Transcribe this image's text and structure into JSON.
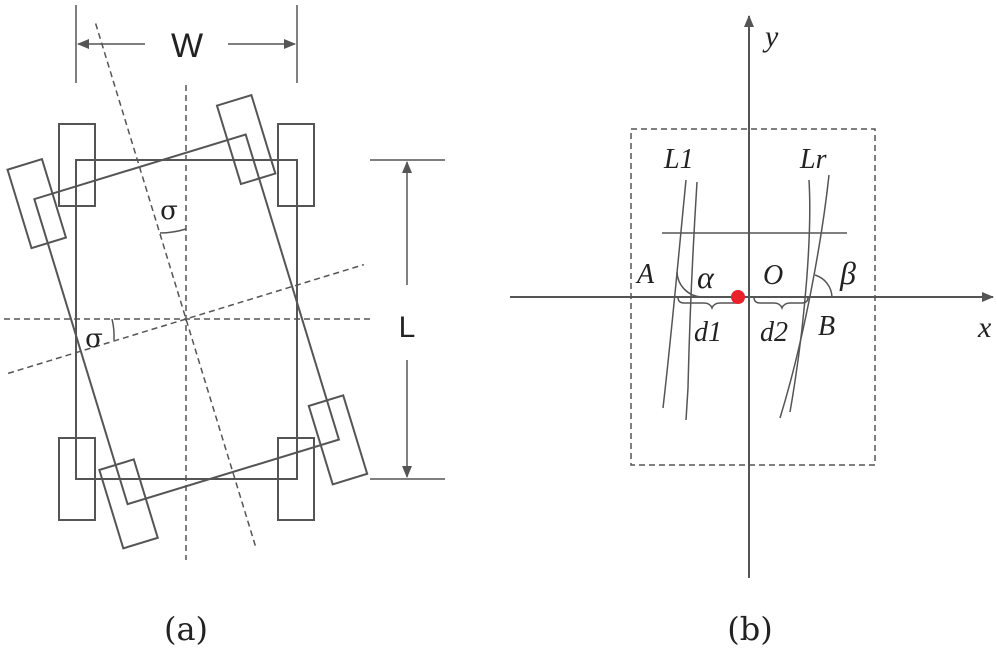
{
  "panel_a": {
    "caption": "(a)",
    "width_label": "W",
    "length_label": "L",
    "angle_label_top": "σ",
    "angle_label_left": "σ"
  },
  "panel_b": {
    "caption": "(b)",
    "y_axis_label": "y",
    "x_axis_label": "x",
    "left_line_label": "L1",
    "right_line_label": "Lr",
    "point_a_label": "A",
    "point_b_label": "B",
    "origin_label": "O",
    "alpha_label": "α",
    "beta_label": "β",
    "d1_label": "d1",
    "d2_label": "d2",
    "center_dot_color": "#e8212a"
  }
}
